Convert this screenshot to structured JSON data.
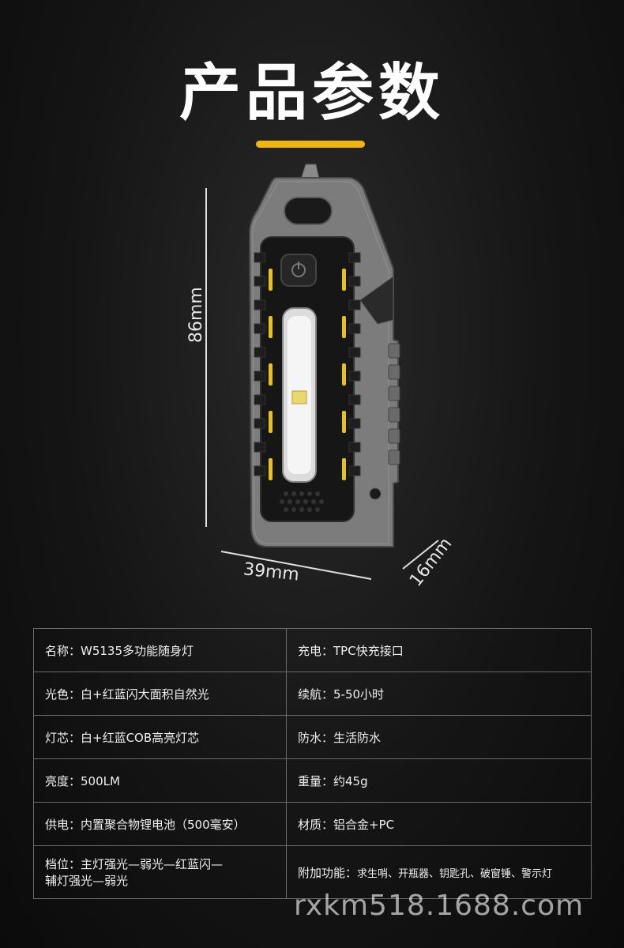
{
  "header": {
    "title": "产品参数",
    "accent_color": "#f0b50a"
  },
  "dimensions": {
    "height": "86mm",
    "width": "39mm",
    "depth": "16mm"
  },
  "product_image": {
    "name": "multi-function keychain flashlight"
  },
  "specs": {
    "rows": [
      {
        "left": {
          "label": "名称：",
          "value": "W5135多功能随身灯"
        },
        "right": {
          "label": "充电：",
          "value": "TPC快充接口"
        }
      },
      {
        "left": {
          "label": "光色：",
          "value": "白+红蓝闪大面积自然光"
        },
        "right": {
          "label": "续航：",
          "value": "5-50小时"
        }
      },
      {
        "left": {
          "label": "灯芯：",
          "value": "白+红蓝COB高亮灯芯"
        },
        "right": {
          "label": "防水：",
          "value": "生活防水"
        }
      },
      {
        "left": {
          "label": "亮度：",
          "value": "500LM"
        },
        "right": {
          "label": "重量：",
          "value": "约45g"
        }
      },
      {
        "left": {
          "label": "供电：",
          "value": "内置聚合物锂电池（500毫安）"
        },
        "right": {
          "label": "材质：",
          "value": "铝合金+PC"
        }
      },
      {
        "left": {
          "label": "档位：",
          "value": "主灯强光—弱光—红蓝闪—\n辅灯强光—弱光"
        },
        "right": {
          "label": "附加功能：",
          "value": "求生哨、开瓶器、钥匙孔、破窗锤、警示灯"
        }
      }
    ]
  },
  "watermark": "rxkm518.1688.com"
}
